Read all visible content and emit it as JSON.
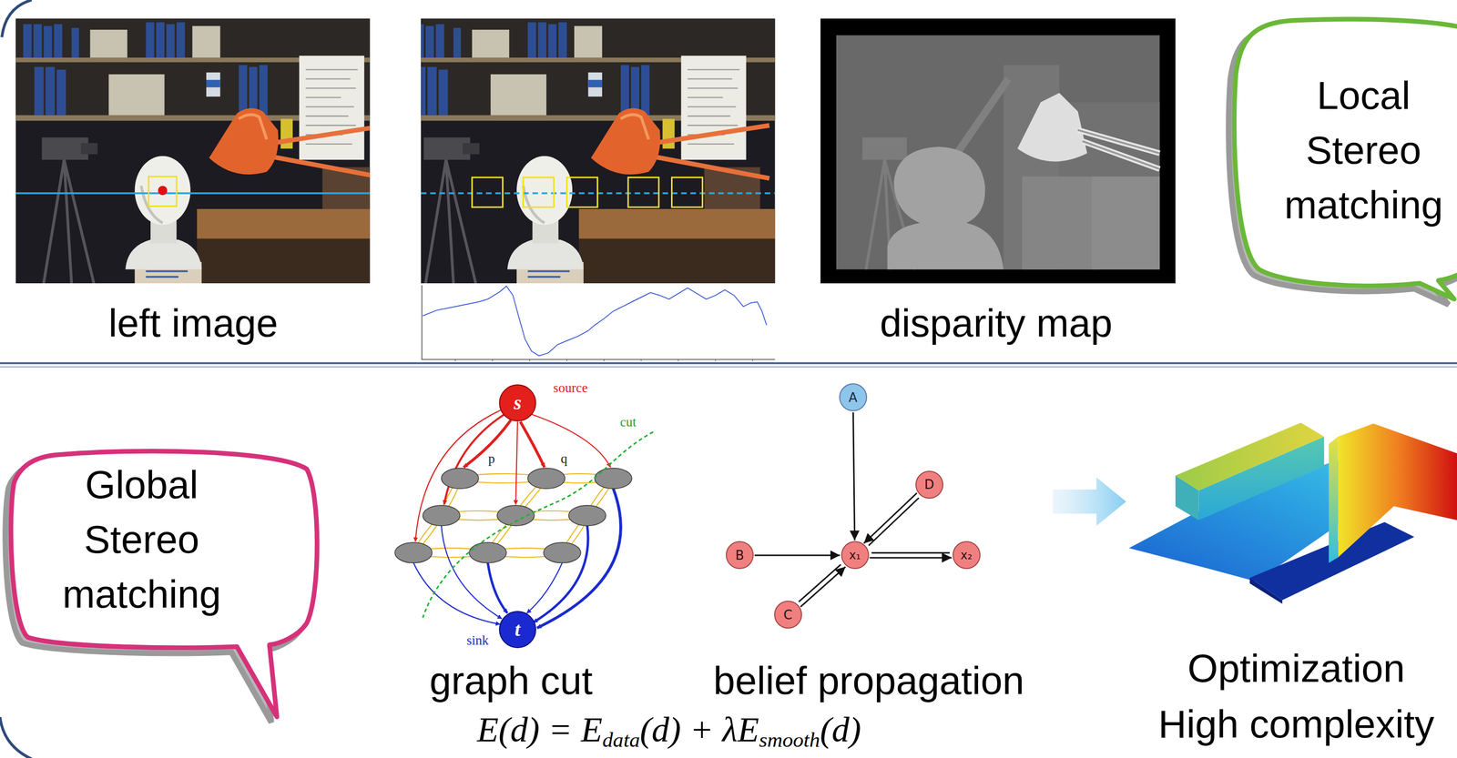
{
  "diagram": {
    "nodes": [
      {
        "text": [
          "Local Stereo matching"
        ]
      },
      {
        "text": [
          "Global Stereo matching"
        ]
      },
      {
        "text": [
          "s"
        ]
      },
      {
        "text": [
          "A"
        ]
      },
      {
        "text": [
          "D"
        ]
      },
      {
        "text": [
          "B"
        ]
      },
      {
        "text": [
          "x₁"
        ]
      },
      {
        "text": [
          "x₂"
        ]
      },
      {
        "text": [
          "C"
        ]
      },
      {
        "text": [
          "t"
        ]
      }
    ],
    "edges": [
      {
        "from": 3,
        "to": 6,
        "arrow": "to"
      },
      {
        "from": 5,
        "to": 6,
        "arrow": "to"
      },
      {
        "from": 8,
        "to": 6,
        "arrow": "to"
      },
      {
        "from": 4,
        "to": 6,
        "arrow": "to"
      },
      {
        "from": 6,
        "to": 7,
        "arrow": "to"
      }
    ],
    "labels": [
      "left image",
      "disparity map",
      "source",
      "cut",
      "p",
      "q",
      "sink",
      "graph cut",
      "belief propagation",
      "E(d) = E",
      "data",
      "(d) + λE",
      "smooth",
      "(d)",
      "Optimization",
      "High complexity"
    ]
  }
}
